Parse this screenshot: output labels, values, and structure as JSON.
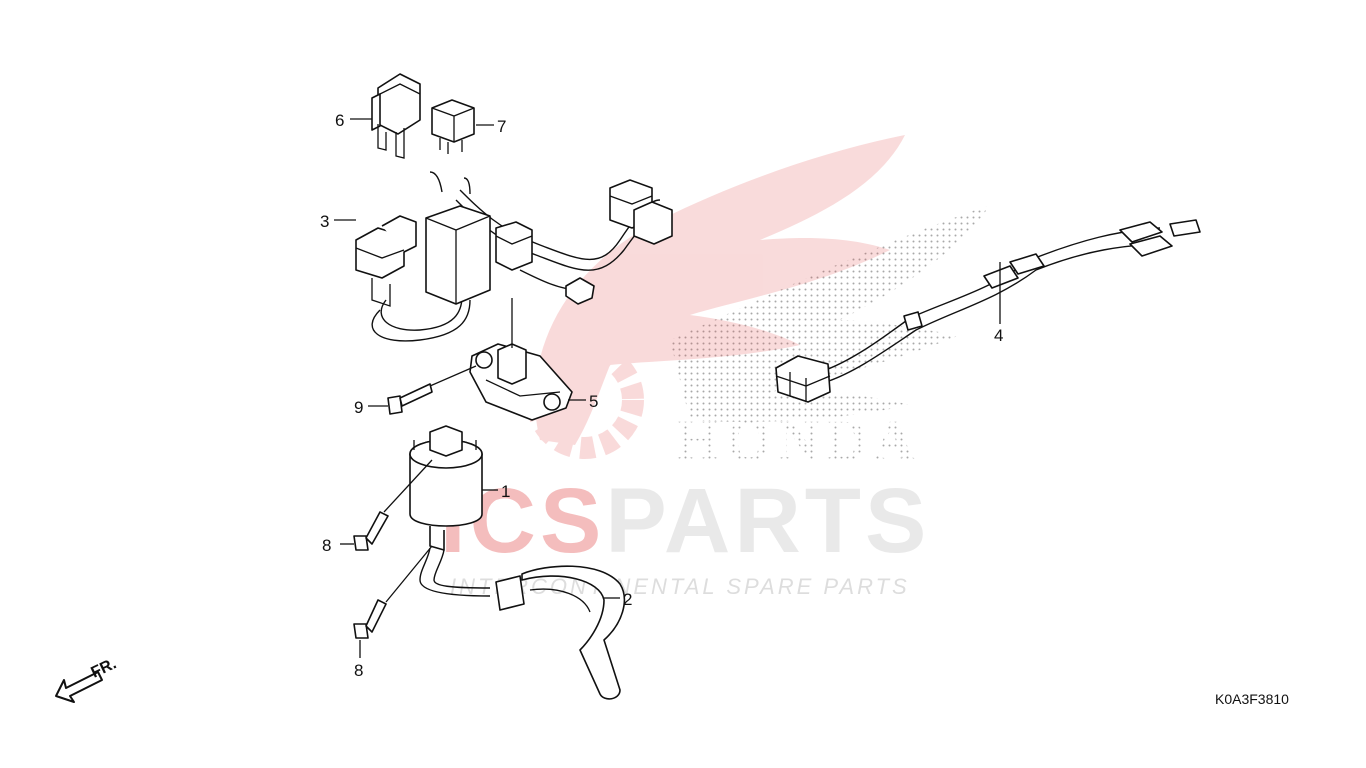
{
  "diagram_code": "K0A3F3810",
  "front_indicator": "FR.",
  "callouts": [
    {
      "id": "c6",
      "label": "6"
    },
    {
      "id": "c7",
      "label": "7"
    },
    {
      "id": "c3",
      "label": "3"
    },
    {
      "id": "c4",
      "label": "4"
    },
    {
      "id": "c9",
      "label": "9"
    },
    {
      "id": "c5",
      "label": "5"
    },
    {
      "id": "c1",
      "label": "1"
    },
    {
      "id": "c8a",
      "label": "8"
    },
    {
      "id": "c2",
      "label": "2"
    },
    {
      "id": "c8b",
      "label": "8"
    }
  ],
  "watermark": {
    "brand_main": "ICSPARTS",
    "brand_tagline": "INTERCONTINENTAL SPARE PARTS",
    "honda_text": "HONDA",
    "colors": {
      "red": "#e03a3a",
      "gray": "#bdbdbd",
      "dots": "#9a9a9a"
    }
  }
}
